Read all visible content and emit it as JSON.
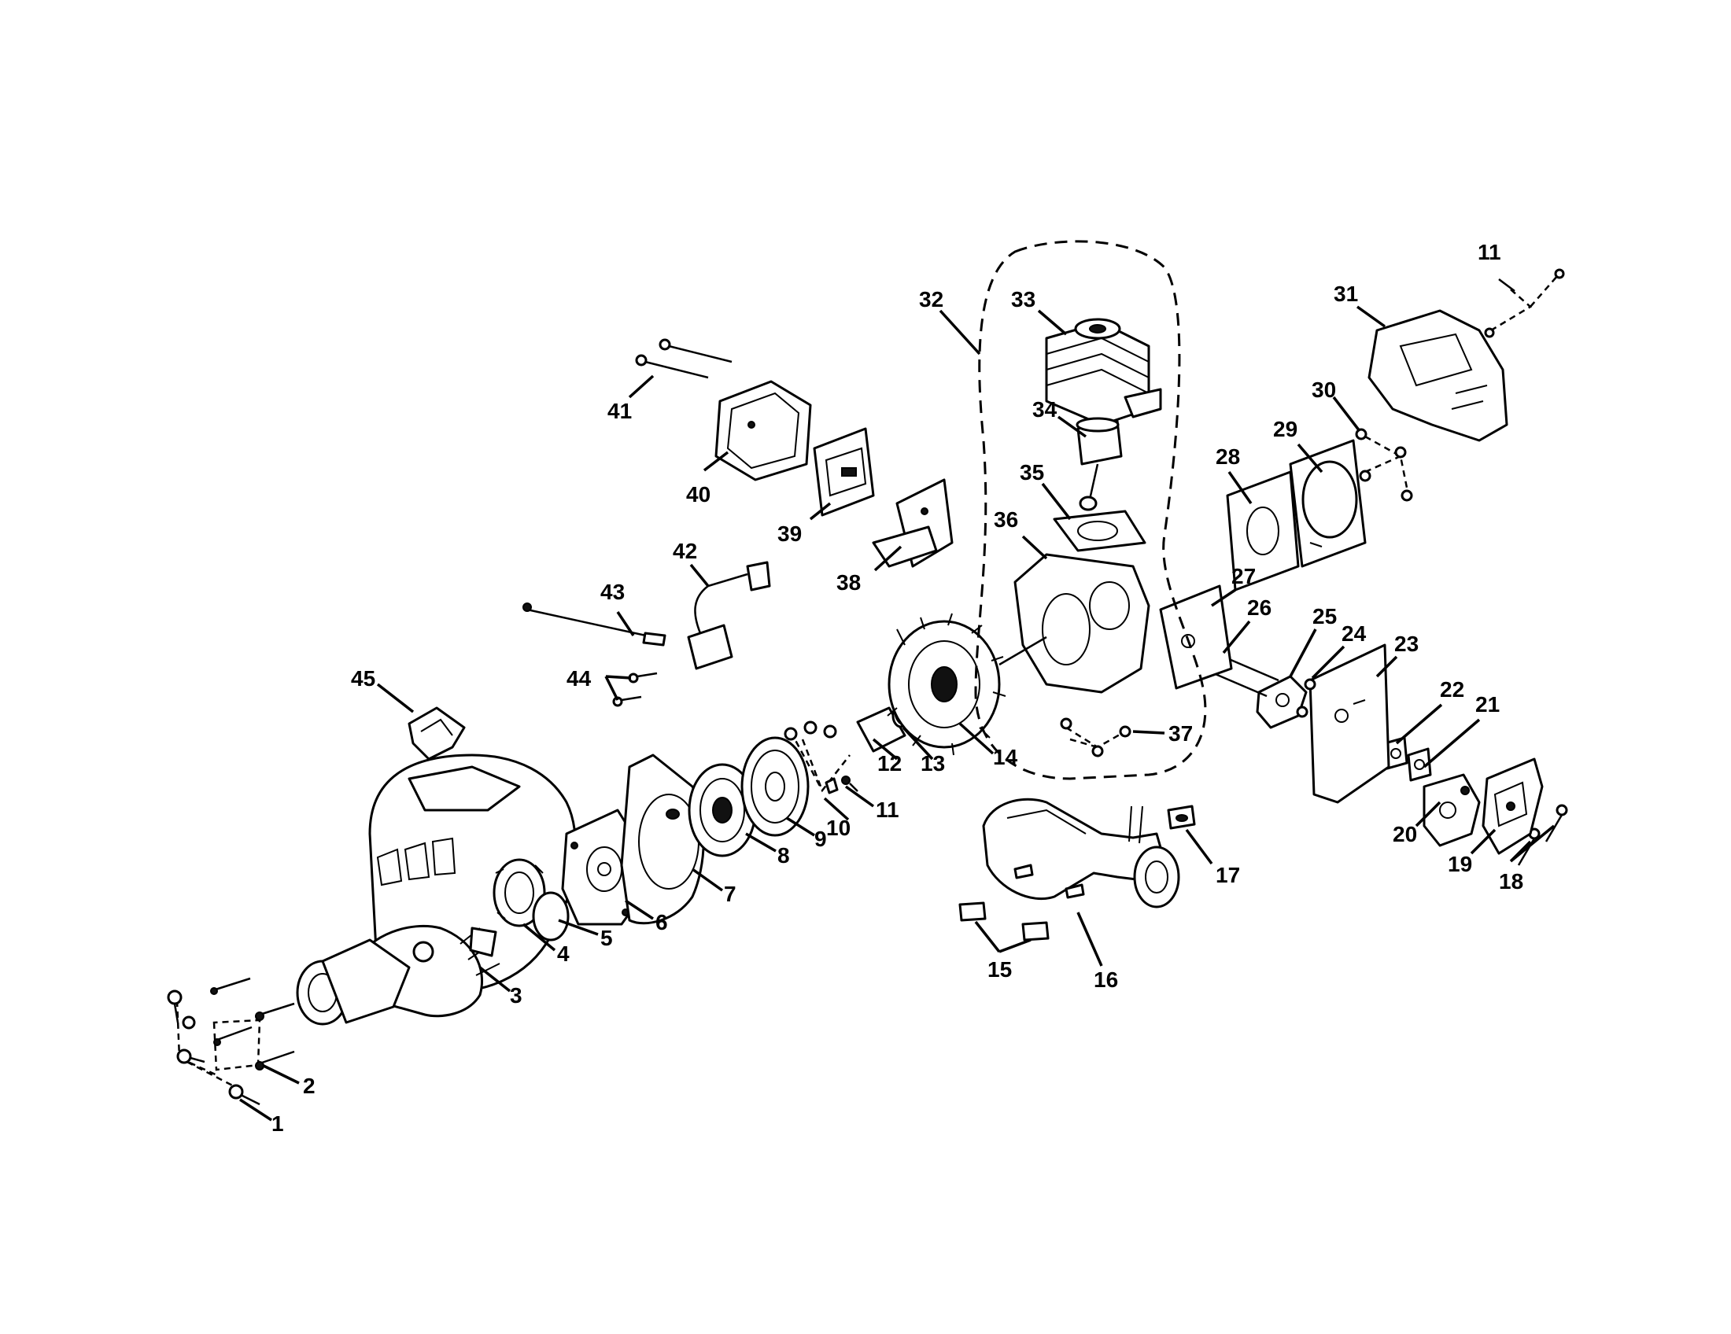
{
  "parts": [
    {
      "id": "p1",
      "number": "1"
    },
    {
      "id": "p2",
      "number": "2"
    },
    {
      "id": "p3",
      "number": "3"
    },
    {
      "id": "p4",
      "number": "4"
    },
    {
      "id": "p5",
      "number": "5"
    },
    {
      "id": "p6",
      "number": "6"
    },
    {
      "id": "p7",
      "number": "7"
    },
    {
      "id": "p8",
      "number": "8"
    },
    {
      "id": "p9",
      "number": "9"
    },
    {
      "id": "p10",
      "number": "10"
    },
    {
      "id": "p11a",
      "number": "11"
    },
    {
      "id": "p11b",
      "number": "11"
    },
    {
      "id": "p12",
      "number": "12"
    },
    {
      "id": "p13",
      "number": "13"
    },
    {
      "id": "p14",
      "number": "14"
    },
    {
      "id": "p15",
      "number": "15"
    },
    {
      "id": "p16",
      "number": "16"
    },
    {
      "id": "p17",
      "number": "17"
    },
    {
      "id": "p18",
      "number": "18"
    },
    {
      "id": "p19",
      "number": "19"
    },
    {
      "id": "p20",
      "number": "20"
    },
    {
      "id": "p21",
      "number": "21"
    },
    {
      "id": "p22",
      "number": "22"
    },
    {
      "id": "p23",
      "number": "23"
    },
    {
      "id": "p24",
      "number": "24"
    },
    {
      "id": "p25",
      "number": "25"
    },
    {
      "id": "p26",
      "number": "26"
    },
    {
      "id": "p27",
      "number": "27"
    },
    {
      "id": "p28",
      "number": "28"
    },
    {
      "id": "p29",
      "number": "29"
    },
    {
      "id": "p30",
      "number": "30"
    },
    {
      "id": "p31",
      "number": "31"
    },
    {
      "id": "p32",
      "number": "32"
    },
    {
      "id": "p33",
      "number": "33"
    },
    {
      "id": "p34",
      "number": "34"
    },
    {
      "id": "p35",
      "number": "35"
    },
    {
      "id": "p36",
      "number": "36"
    },
    {
      "id": "p37",
      "number": "37"
    },
    {
      "id": "p38",
      "number": "38"
    },
    {
      "id": "p39",
      "number": "39"
    },
    {
      "id": "p40",
      "number": "40"
    },
    {
      "id": "p41",
      "number": "41"
    },
    {
      "id": "p42",
      "number": "42"
    },
    {
      "id": "p43",
      "number": "43"
    },
    {
      "id": "p44",
      "number": "44"
    },
    {
      "id": "p45",
      "number": "45"
    }
  ]
}
